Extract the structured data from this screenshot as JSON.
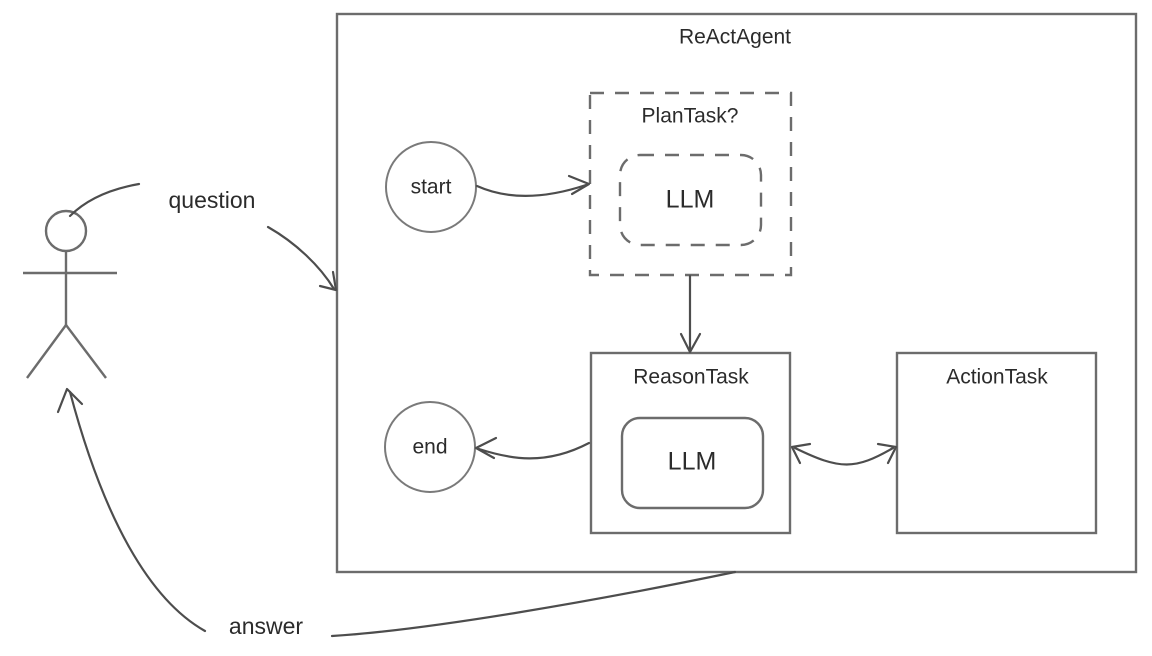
{
  "diagram": {
    "title": "ReActAgent",
    "container": {
      "label": "ReActAgent"
    },
    "actor": {
      "name": "user-stick-figure"
    },
    "nodes": {
      "start": {
        "label": "start",
        "shape": "circle"
      },
      "end": {
        "label": "end",
        "shape": "circle"
      },
      "plan_task": {
        "label": "PlanTask?",
        "shape": "dashed-rect"
      },
      "plan_llm": {
        "label": "LLM",
        "shape": "dashed-rounded-rect"
      },
      "reason_task": {
        "label": "ReasonTask",
        "shape": "rect"
      },
      "reason_llm": {
        "label": "LLM",
        "shape": "rounded-rect"
      },
      "action_task": {
        "label": "ActionTask",
        "shape": "rect"
      }
    },
    "edges": {
      "question": {
        "label": "question",
        "from": "user-stick-figure",
        "to": "ReActAgent",
        "arrow": "single"
      },
      "answer": {
        "label": "answer",
        "from": "ReActAgent",
        "to": "user-stick-figure",
        "arrow": "single"
      },
      "start_to_plan": {
        "label": "",
        "from": "start",
        "to": "PlanTask?",
        "arrow": "single"
      },
      "plan_to_reason": {
        "label": "",
        "from": "PlanTask?",
        "to": "ReasonTask",
        "arrow": "single"
      },
      "reason_to_end": {
        "label": "",
        "from": "ReasonTask",
        "to": "end",
        "arrow": "single"
      },
      "reason_action": {
        "label": "",
        "from": "ReasonTask",
        "to": "ActionTask",
        "arrow": "double"
      }
    }
  },
  "colors": {
    "background": "#ffffff",
    "shape_stroke": "#6c6c6c",
    "node_stroke": "#7a7a7a",
    "arrow_stroke": "#4d4d4d",
    "text": "#2b2b2b"
  }
}
